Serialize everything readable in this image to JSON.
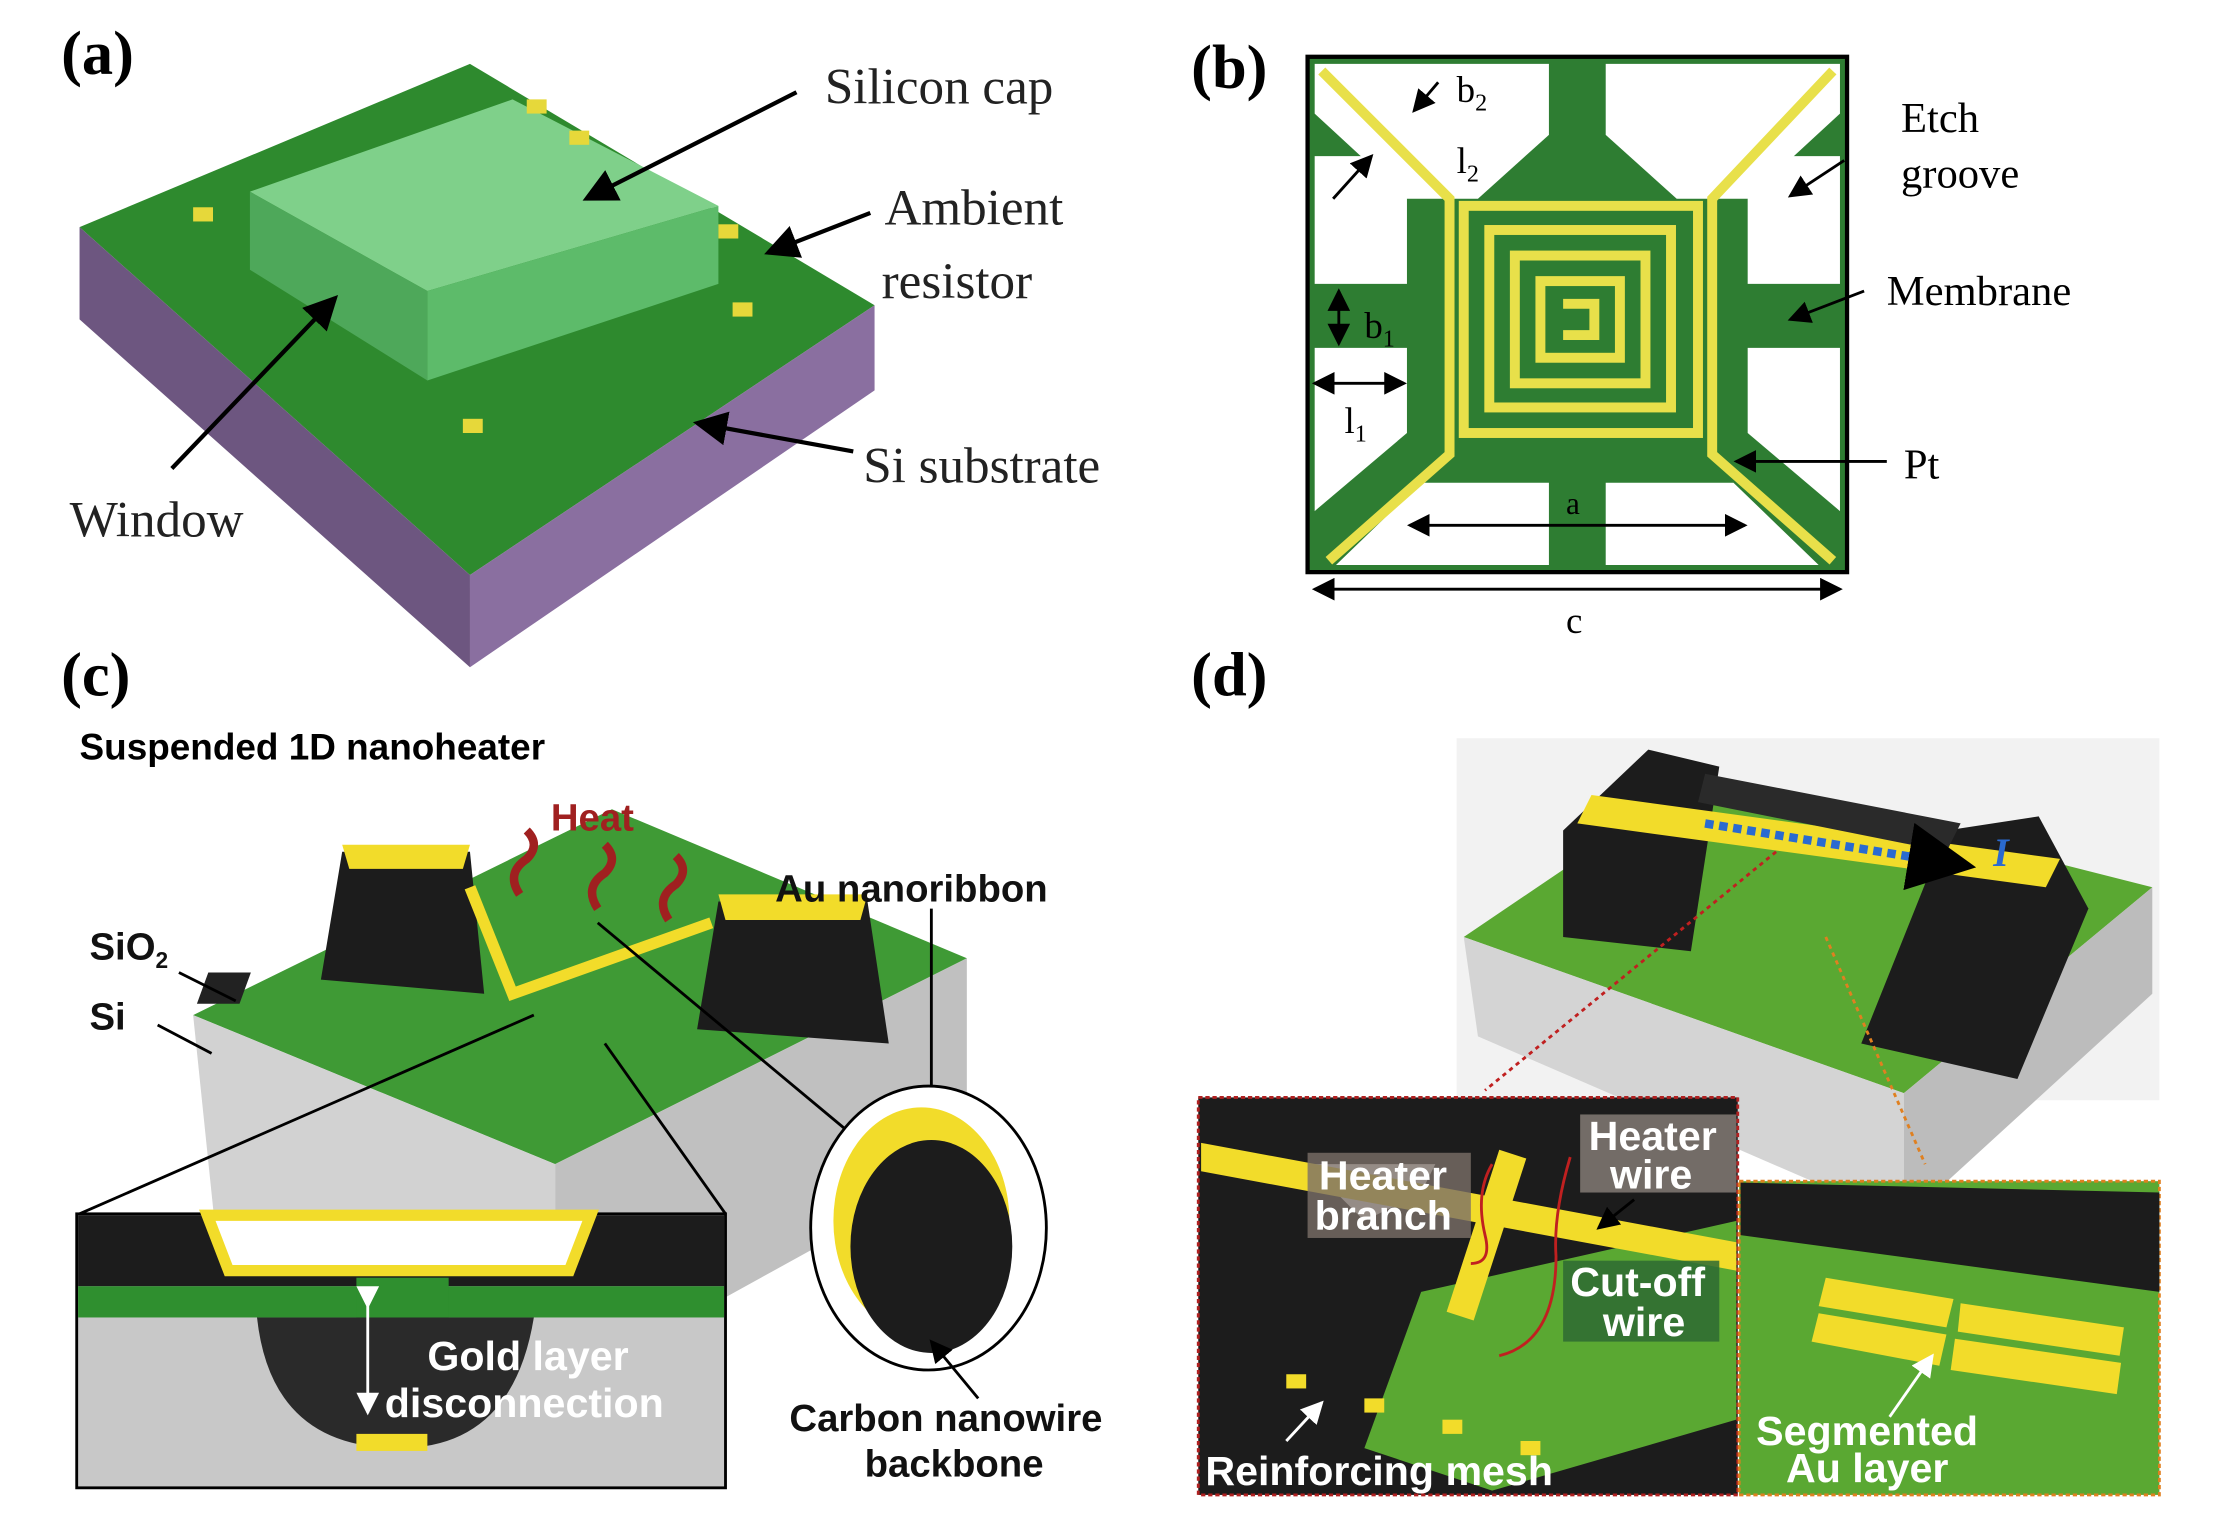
{
  "panels": {
    "a": {
      "label": "(a)",
      "silicon_cap": "Silicon cap",
      "ambient_resistor_1": "Ambient",
      "ambient_resistor_2": "resistor",
      "si_substrate": "Si substrate",
      "window": "Window"
    },
    "b": {
      "label": "(b)",
      "b2": "b",
      "b2_sub": "2",
      "l2": "l",
      "l2_sub": "2",
      "b1": "b",
      "b1_sub": "1",
      "l1": "l",
      "l1_sub": "1",
      "etch_groove_1": "Etch",
      "etch_groove_2": "groove",
      "membrane": "Membrane",
      "pt": "Pt",
      "a": "a",
      "c": "c"
    },
    "c": {
      "label": "(c)",
      "title": "Suspended 1D nanoheater",
      "heat": "Heat",
      "au_nanoribbon": "Au nanoribbon",
      "sio2": "SiO",
      "sio2_sub": "2",
      "si": "Si",
      "gold_layer_1": "Gold layer",
      "gold_layer_2": "disconnection",
      "carbon_1": "Carbon nanowire",
      "carbon_2": "backbone"
    },
    "d": {
      "label": "(d)",
      "current": "I",
      "heater_branch_1": "Heater",
      "heater_branch_2": "branch",
      "heater_wire_1": "Heater",
      "heater_wire_2": "wire",
      "cutoff_1": "Cut-off",
      "cutoff_2": "wire",
      "mesh": "Reinforcing mesh",
      "segmented_1": "Segmented",
      "segmented_2": "Au layer"
    }
  },
  "colors": {
    "green": "#2f7d32",
    "light_green": "#5aa832",
    "yellow": "#f2dc2a",
    "purple": "#7a5f86",
    "dark": "#1b1b1b",
    "heat_red": "#a02020"
  }
}
